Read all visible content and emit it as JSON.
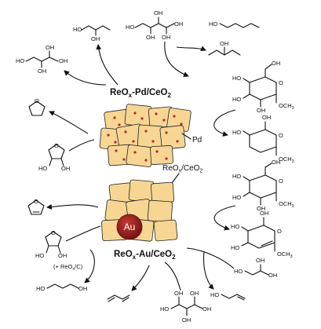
{
  "catalyst_pd": {
    "title": "ReOx-Pd/CeO2",
    "t1": "ReO",
    "t1sub": "x",
    "t2": "-Pd/CeO",
    "t2sub": "2"
  },
  "catalyst_au": {
    "title": "ReOx-Au/CeO2",
    "t1": "ReO",
    "t1sub": "x",
    "t2": "-Au/CeO",
    "t2sub": "2"
  },
  "labels": {
    "pd": "Pd",
    "support_a": "ReO",
    "support_sub1": "x",
    "support_b": "/CeO",
    "support_sub2": "2",
    "au": "Au",
    "note_a": "(+ ReO",
    "note_sub": "x",
    "note_b": "/C)"
  },
  "atoms": {
    "HO": "HO",
    "OH": "OH",
    "O": "O",
    "OCH": "OCH",
    "three": "3"
  },
  "colors": {
    "cube_fill": "#f7d694",
    "pd_dot": "#b42a25",
    "au_sphere": "#9c1c1c"
  }
}
